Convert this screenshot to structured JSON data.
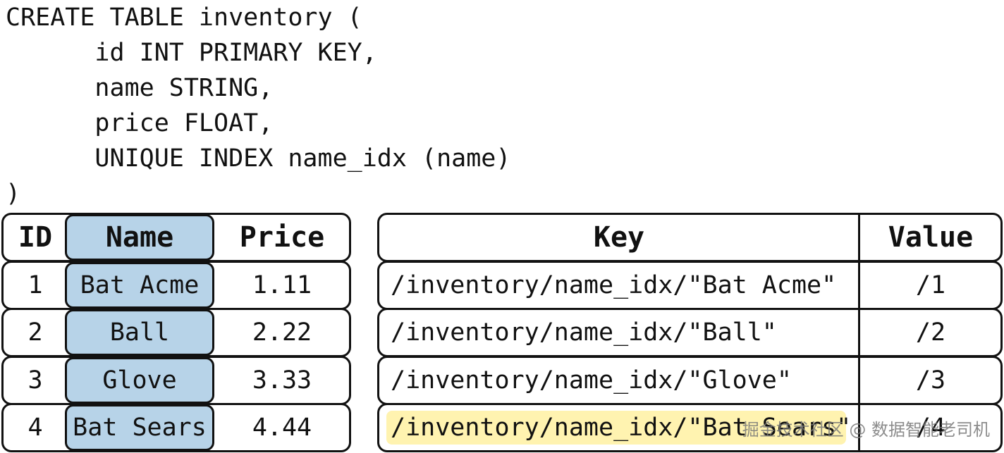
{
  "colors": {
    "name_column_fill": "#b7d3e8",
    "highlight_fill": "#fff3b0",
    "border": "#111111"
  },
  "code_lines": [
    "CREATE TABLE inventory (",
    "      id INT PRIMARY KEY,",
    "      name STRING,",
    "      price FLOAT,",
    "      UNIQUE INDEX name_idx (name)",
    ")"
  ],
  "left_table": {
    "headers": {
      "id": "ID",
      "name": "Name",
      "price": "Price"
    },
    "rows": [
      {
        "id": "1",
        "name": "Bat Acme",
        "price": "1.11"
      },
      {
        "id": "2",
        "name": "Ball",
        "price": "2.22"
      },
      {
        "id": "3",
        "name": "Glove",
        "price": "3.33"
      },
      {
        "id": "4",
        "name": "Bat Sears",
        "price": "4.44"
      }
    ]
  },
  "right_table": {
    "headers": {
      "key": "Key",
      "value": "Value"
    },
    "rows": [
      {
        "key": "/inventory/name_idx/\"Bat Acme\"",
        "value": "/1",
        "highlighted": false
      },
      {
        "key": "/inventory/name_idx/\"Ball\"",
        "value": "/2",
        "highlighted": false
      },
      {
        "key": "/inventory/name_idx/\"Glove\"",
        "value": "/3",
        "highlighted": false
      },
      {
        "key": "/inventory/name_idx/\"Bat Sears\"",
        "value": "/4",
        "highlighted": true
      }
    ]
  },
  "watermark": "掘金技术社区 @ 数据智能老司机"
}
